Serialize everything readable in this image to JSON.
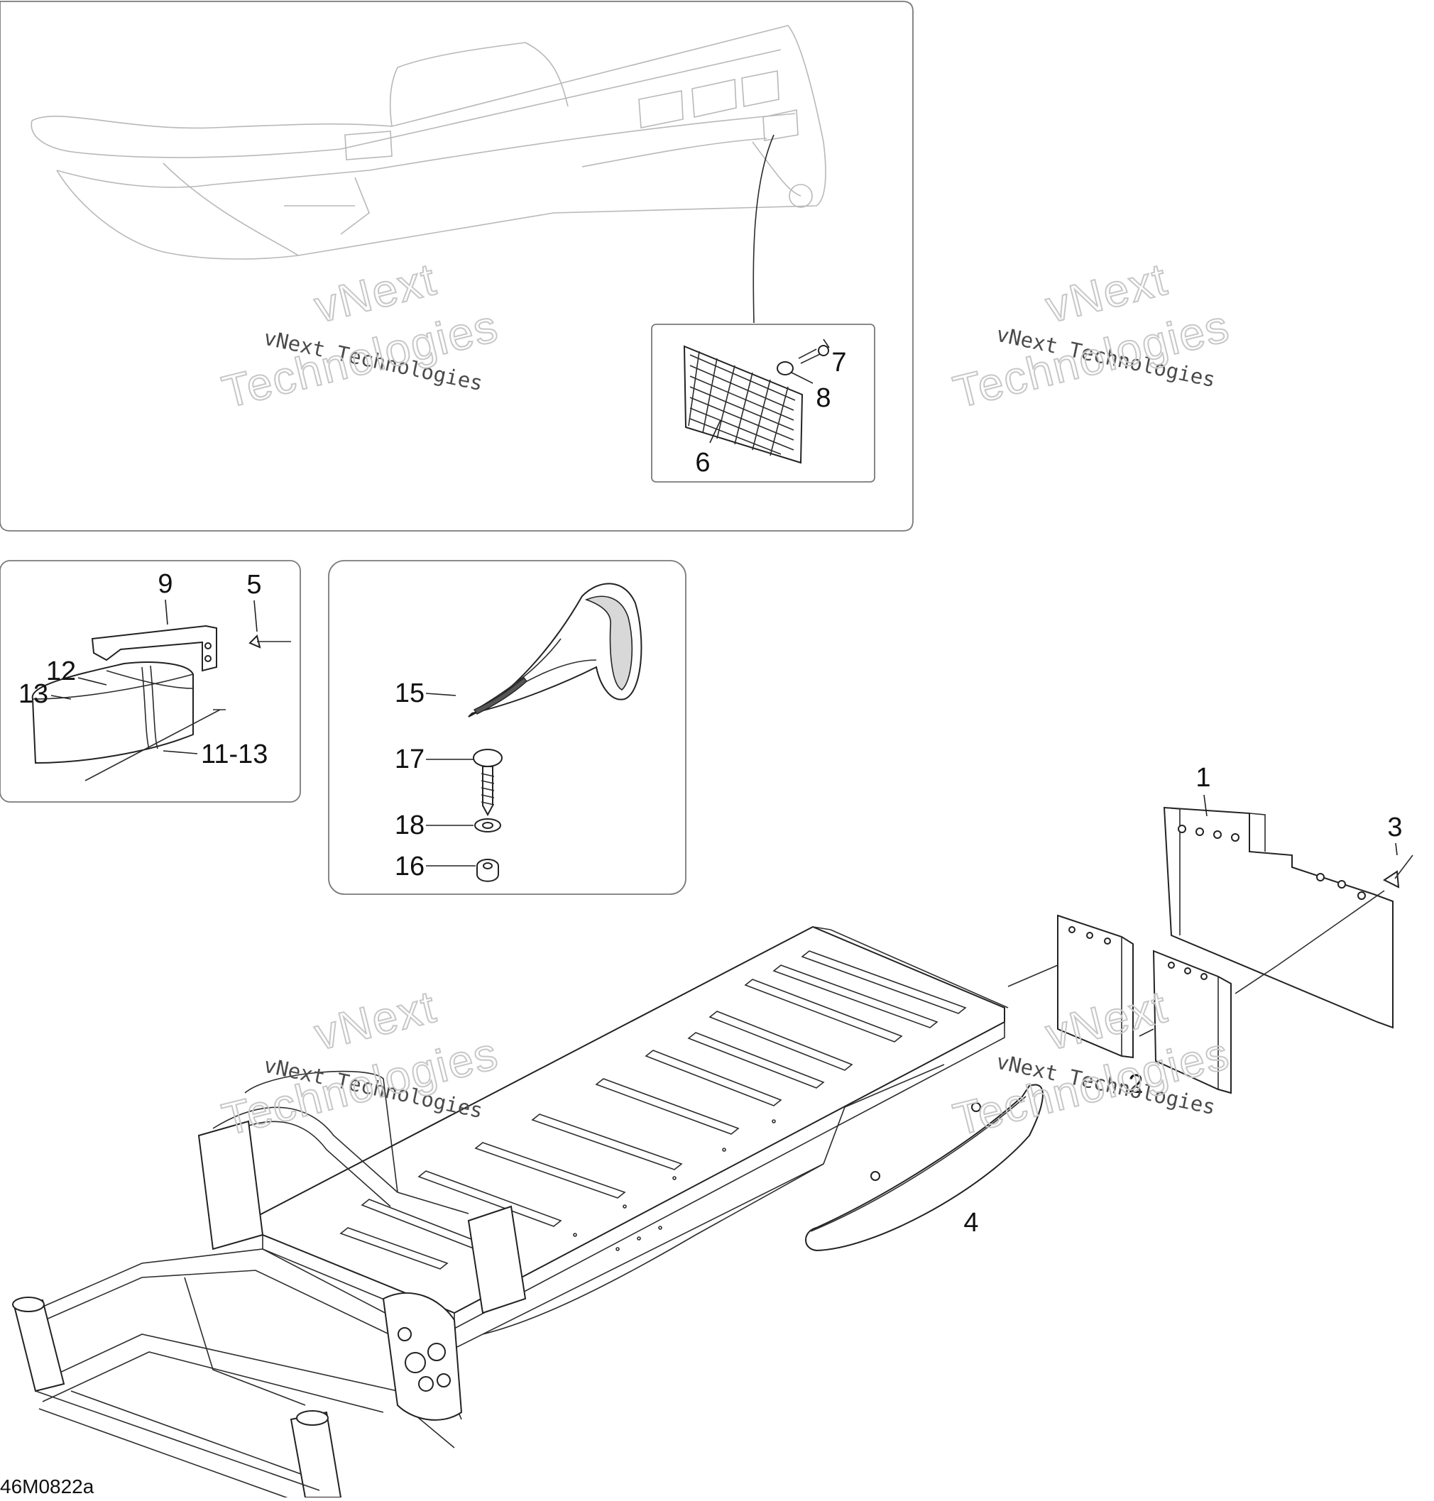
{
  "diagram": {
    "reference_code": "46M0822a",
    "watermark": {
      "line1": "vNext Technologies",
      "line2_a": "vNext",
      "line2_b": "Technologies"
    },
    "callouts": {
      "c1": "1",
      "c2": "2",
      "c3": "3",
      "c4": "4",
      "c5": "5",
      "c6": "6",
      "c7": "7",
      "c8": "8",
      "c9": "9",
      "c11_13": "11-13",
      "c12": "12",
      "c13": "13",
      "c15": "15",
      "c16": "16",
      "c17": "17",
      "c18": "18"
    }
  }
}
